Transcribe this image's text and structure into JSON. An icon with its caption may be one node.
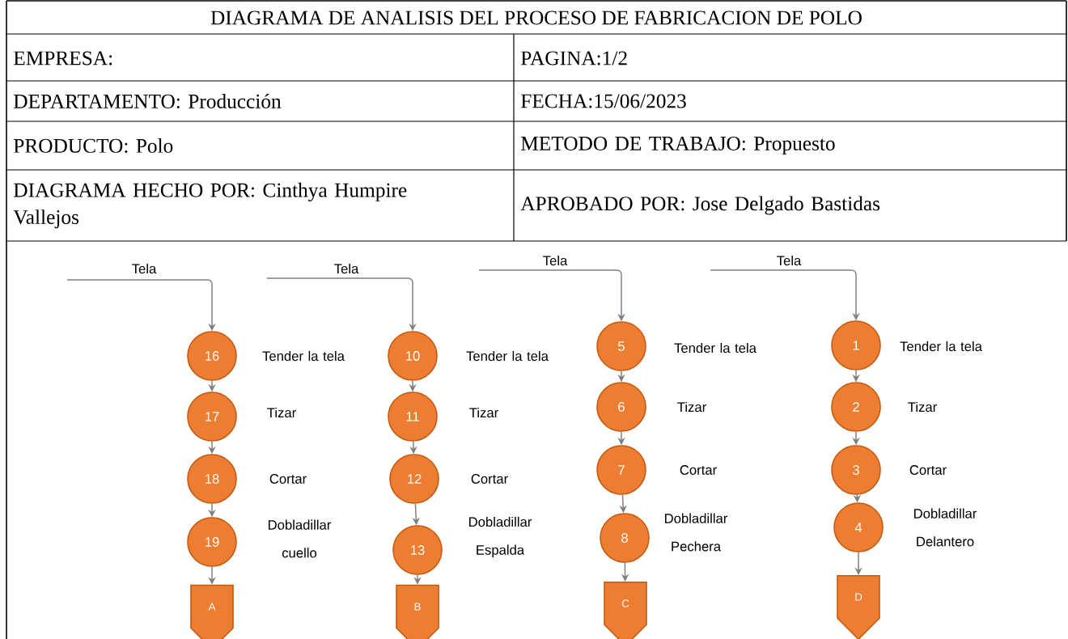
{
  "diagram": {
    "title": "DIAGRAMA DE ANALISIS DEL PROCESO DE FABRICACION DE POLO",
    "labels": [
      "EMPRESA:",
      "PAGINA:1/2",
      "DEPARTAMENTO: Producción",
      "FECHA:15/06/2023",
      "PRODUCTO: Polo",
      "METODO DE TRABAJO: Propuesto",
      "DIAGRAMA HECHO POR: Cinthya Humpire Vallejos",
      "APROBADO POR: Jose Delgado Bastidas"
    ],
    "nodes": [
      {
        "text": [
          "16"
        ],
        "beside": [
          "Tender la tela"
        ]
      },
      {
        "text": [
          "17"
        ],
        "beside": [
          "Tizar"
        ]
      },
      {
        "text": [
          "18"
        ],
        "beside": [
          "Cortar"
        ]
      },
      {
        "text": [
          "19"
        ],
        "beside": [
          "Dobladillar cuello"
        ]
      },
      {
        "text": [
          "A"
        ]
      },
      {
        "text": [
          "10"
        ],
        "beside": [
          "Tender la tela"
        ]
      },
      {
        "text": [
          "11"
        ],
        "beside": [
          "Tizar"
        ]
      },
      {
        "text": [
          "12"
        ],
        "beside": [
          "Cortar"
        ]
      },
      {
        "text": [
          "13"
        ],
        "beside": [
          "Dobladillar Espalda"
        ]
      },
      {
        "text": [
          "B"
        ]
      },
      {
        "text": [
          "5"
        ],
        "beside": [
          "Tender la tela"
        ]
      },
      {
        "text": [
          "6"
        ],
        "beside": [
          "Tizar"
        ]
      },
      {
        "text": [
          "7"
        ],
        "beside": [
          "Cortar"
        ]
      },
      {
        "text": [
          "8"
        ],
        "beside": [
          "Dobladillar Pechera"
        ]
      },
      {
        "text": [
          "C"
        ]
      },
      {
        "text": [
          "1"
        ],
        "beside": [
          "Tender la tela"
        ]
      },
      {
        "text": [
          "2"
        ],
        "beside": [
          "Tizar"
        ]
      },
      {
        "text": [
          "3"
        ],
        "beside": [
          "Cortar"
        ]
      },
      {
        "text": [
          "4"
        ],
        "beside": [
          "Dobladillar Delantero"
        ]
      },
      {
        "text": [
          "D"
        ]
      }
    ],
    "edges": [
      {
        "from": null,
        "to": 0,
        "arrow": "to",
        "label": "Tela"
      },
      {
        "from": 0,
        "to": 1,
        "arrow": "to"
      },
      {
        "from": 1,
        "to": 2,
        "arrow": "to"
      },
      {
        "from": 2,
        "to": 3,
        "arrow": "to"
      },
      {
        "from": 3,
        "to": 4,
        "arrow": "to"
      },
      {
        "from": null,
        "to": 5,
        "arrow": "to",
        "label": "Tela"
      },
      {
        "from": 5,
        "to": 6,
        "arrow": "to"
      },
      {
        "from": 6,
        "to": 7,
        "arrow": "to"
      },
      {
        "from": 7,
        "to": 8,
        "arrow": "to"
      },
      {
        "from": 8,
        "to": 9,
        "arrow": "to"
      },
      {
        "from": null,
        "to": 10,
        "arrow": "to",
        "label": "Tela"
      },
      {
        "from": 10,
        "to": 11,
        "arrow": "to"
      },
      {
        "from": 11,
        "to": 12,
        "arrow": "to"
      },
      {
        "from": 12,
        "to": 13,
        "arrow": "to"
      },
      {
        "from": 13,
        "to": 14,
        "arrow": "to"
      },
      {
        "from": null,
        "to": 15,
        "arrow": "to",
        "label": "Tela"
      },
      {
        "from": 15,
        "to": 16,
        "arrow": "to"
      },
      {
        "from": 16,
        "to": 17,
        "arrow": "to"
      },
      {
        "from": 17,
        "to": 18,
        "arrow": "to"
      },
      {
        "from": 18,
        "to": 19,
        "arrow": "to"
      }
    ]
  }
}
